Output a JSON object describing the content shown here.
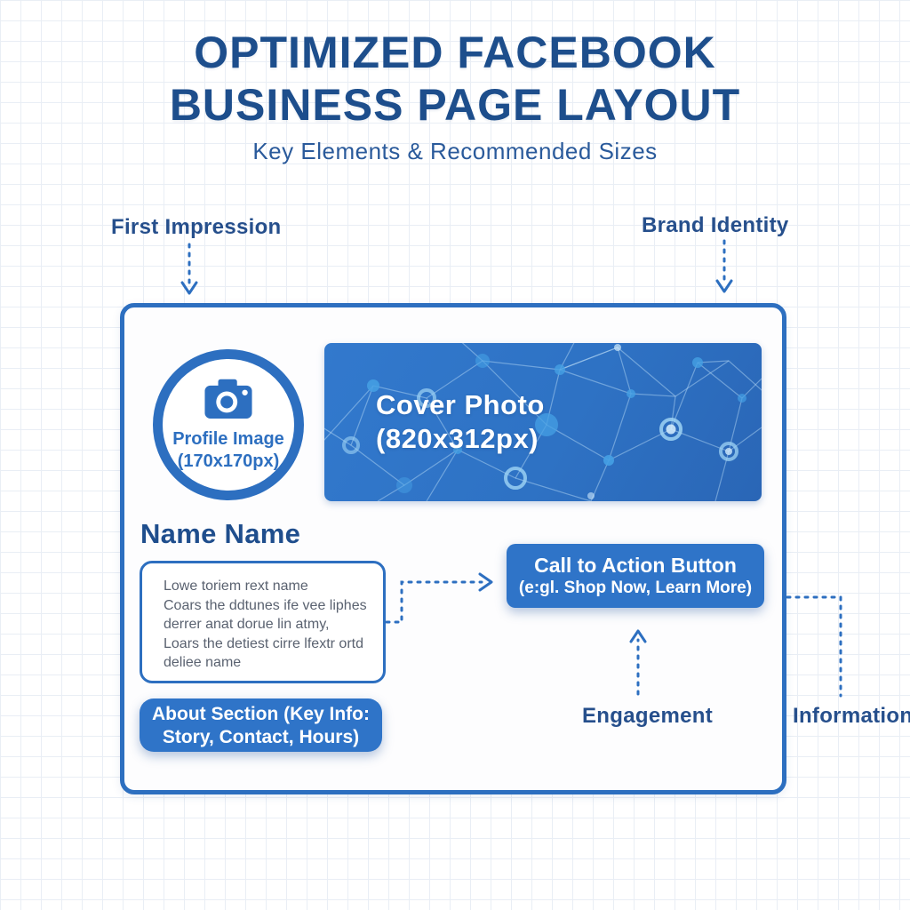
{
  "header": {
    "title_line1": "OPTIMIZED FACEBOOK",
    "title_line2": "BUSINESS PAGE LAYOUT",
    "subtitle": "Key Elements & Recommended Sizes"
  },
  "callouts": {
    "first_impression": "First Impression",
    "brand_identity": "Brand Identity",
    "engagement": "Engagement",
    "information": "Information"
  },
  "profile_image": {
    "icon": "camera-icon",
    "label_line1": "Profile Image",
    "label_line2": "(170x170px)"
  },
  "cover_photo": {
    "label_line1": "Cover Photo",
    "label_line2": "(820x312px)"
  },
  "page_name": "Name Name",
  "description_box": {
    "lines": [
      "Lowe toriem rext name",
      "Coars the ddtunes ife vee liphes",
      "derrer anat dorue lin atmy,",
      "Loars the detiest cirre lfextr ortd",
      "deliee name"
    ]
  },
  "cta_button": {
    "line1": "Call to Action Button",
    "line2": "(e:gl. Shop Now, Learn More)"
  },
  "about_button": {
    "bold_part": "About Section",
    "rest_line1": " (Key Info:",
    "line2": "Story, Contact, Hours)"
  },
  "colors": {
    "primary_blue": "#2f74c8",
    "border_blue": "#2d6fc0",
    "title_navy": "#1d4e8c",
    "callout_navy": "#264f8c",
    "body_gray": "#5a6270",
    "grid_line": "#e9eef5",
    "cover_gradient_start": "#3279cd",
    "cover_gradient_end": "#2a66b6",
    "white": "#ffffff"
  }
}
